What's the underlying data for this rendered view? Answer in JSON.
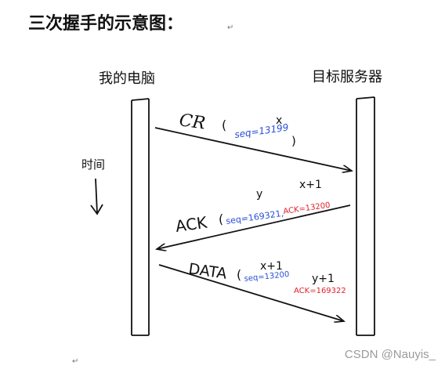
{
  "title": "三次握手的示意图：",
  "para_mark": "↵",
  "watermark": "CSDN @Nauyis_",
  "client_label": "我的电脑",
  "server_label": "目标服务器",
  "time_label": "时间",
  "messages": {
    "cr": {
      "name": "CR",
      "seq_text": "seq=13199",
      "var_mark": "x"
    },
    "ack": {
      "name": "ACK",
      "seq_text": "seq=169321,",
      "ack_text": "ACK=13200",
      "var_y": "y",
      "var_x1": "x+1"
    },
    "data": {
      "name": "DATA",
      "seq_text": "seq=13200",
      "ack_text": "ACK=169322",
      "var_x1": "x+1",
      "var_y1": "y+1"
    }
  },
  "colors": {
    "ink": "#111111",
    "seq_blue": "#2a4fd6",
    "ack_red": "#e0202a",
    "watermark": "#9a9a9a"
  }
}
